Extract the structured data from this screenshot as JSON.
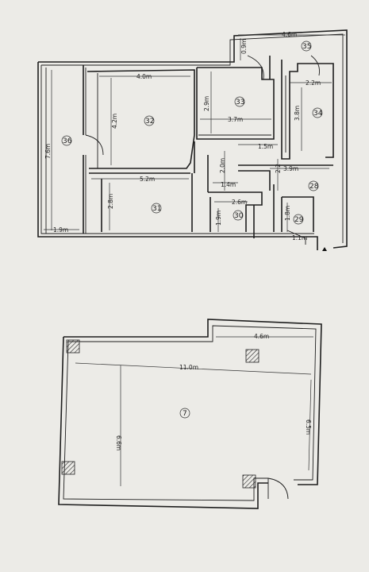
{
  "plan_top": {
    "rooms": [
      "29",
      "30",
      "31",
      "32",
      "33",
      "34",
      "35",
      "36",
      "28"
    ],
    "dimensions": [
      "4.6m",
      "0.9m",
      "4.0m",
      "2.2m",
      "2.9m",
      "3.8m",
      "4.2m",
      "3.7m",
      "7.6m",
      "1.5m",
      "2.0m",
      "2.2",
      "5.2m",
      "3.9m",
      "1.4m",
      "2.8m",
      "2.6m",
      "1.9m",
      "1.8m",
      "1.9m",
      "1.1m"
    ]
  },
  "plan_bottom": {
    "rooms": [
      "7"
    ],
    "dimensions": [
      "4.6m",
      "11.0m",
      "6.6m",
      "6.5m"
    ]
  }
}
